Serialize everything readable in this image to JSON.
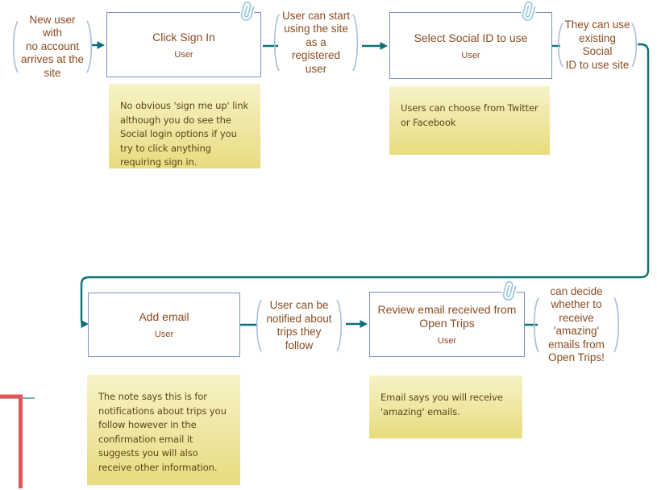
{
  "palette": {
    "flow_teal": "#0d7078",
    "box_border": "#7d8fc1",
    "text_brown": "#8a4b20",
    "note_text": "#5d451a",
    "note_bg_top": "#f7f2c8",
    "note_bg_bottom": "#e7dc7f",
    "paren_blue": "#a8bfda",
    "paperclip_blue": "#9fcbdc",
    "red_accent": "#e0545c"
  },
  "triggers": [
    {
      "lines": [
        "New user with",
        "no account",
        "arrives at the",
        "site"
      ]
    },
    {
      "lines": [
        "User can start",
        "using the site",
        "as a",
        "registered",
        "user"
      ]
    },
    {
      "lines": [
        "They can use",
        "existing Social",
        "ID to use site"
      ]
    },
    {
      "lines": [
        "User can be",
        "notified about",
        "trips they",
        "follow"
      ]
    },
    {
      "lines": [
        "can decide",
        "whether to",
        "receive",
        "'amazing'",
        "emails from",
        "Open Trips!"
      ]
    }
  ],
  "tasks": [
    {
      "title": "Click Sign In",
      "role": "User",
      "attachment": true
    },
    {
      "title": "Select Social ID to use",
      "role": "User",
      "attachment": true
    },
    {
      "title": "Add email",
      "role": "User",
      "attachment": false
    },
    {
      "title": [
        "Review email received from",
        "Open Trips"
      ],
      "role": "User",
      "attachment": true
    }
  ],
  "notes": [
    {
      "text": "No obvious 'sign me up' link although you do see the Social login options if you try to click anything requiring sign in."
    },
    {
      "text": "Users can choose from Twitter or Facebook"
    },
    {
      "text": "The note says this is for notifications about trips you follow however in the confirmation email it suggests you will also receive other information."
    },
    {
      "text": "Email says you will receive 'amazing' emails."
    }
  ]
}
